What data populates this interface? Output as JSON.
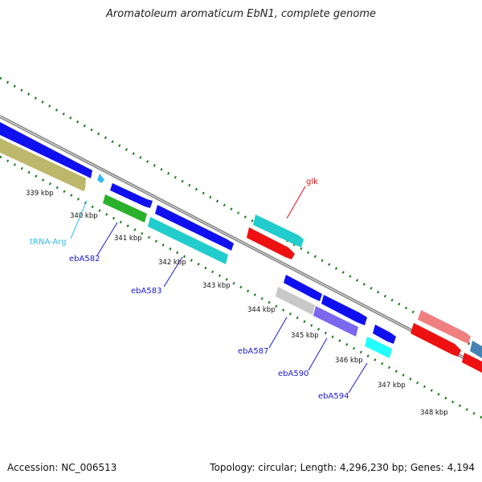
{
  "title": "Aromatoleum aromaticum EbN1, complete genome",
  "footer": {
    "accession_label": "Accession:",
    "accession": "NC_006513",
    "topology_label": "Topology:",
    "topology": "circular",
    "length_label": "Length:",
    "length": "4,296,230 bp",
    "genes_label": "Genes:",
    "genes": "4,194"
  },
  "axis": {
    "ticks": [
      "339 kbp",
      "340 kbp",
      "341 kbp",
      "342 kbp",
      "343 kbp",
      "344 kbp",
      "345 kbp",
      "346 kbp",
      "347 kbp",
      "348 kbp"
    ]
  },
  "gene_labels": {
    "glk": "glk",
    "trna_arg": "tRNA-Arg",
    "ebA582": "ebA582",
    "ebA583": "ebA583",
    "ebA587": "ebA587",
    "ebA590": "ebA590",
    "ebA594": "ebA594"
  },
  "colors": {
    "backbone": "#888888",
    "gc_dots": "#1e7a1e",
    "blue": "#1010ee",
    "cyan": "#22cccc",
    "olive": "#bdb76b",
    "green": "#2ab02a",
    "red": "#ee1111",
    "pink": "#f08080",
    "silver": "#c8c8c8",
    "slate": "#7b68ee",
    "steel": "#4682b4",
    "label_blue": "#1a1acc",
    "label_cyan": "#33bbee",
    "label_red": "#dd1111"
  }
}
